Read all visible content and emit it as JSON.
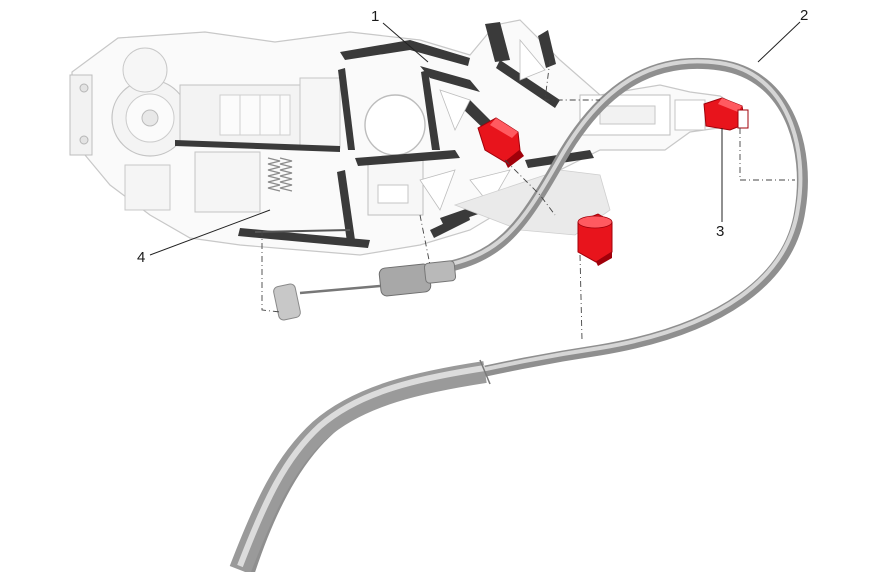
{
  "callouts": [
    {
      "id": "1",
      "label": "1"
    },
    {
      "id": "2",
      "label": "2"
    },
    {
      "id": "3",
      "label": "3"
    },
    {
      "id": "4",
      "label": "4"
    }
  ],
  "colors": {
    "housing_fill": "#fafafa",
    "housing_stroke": "#c8c8c8",
    "web_fill": "#3a3a3a",
    "cable": "#9a9a9a",
    "cable_highlight": "#d8d8d8",
    "clip": "#e8141c",
    "clip_shadow": "#a0000a",
    "leader": "#222222",
    "dash": "#444444"
  }
}
